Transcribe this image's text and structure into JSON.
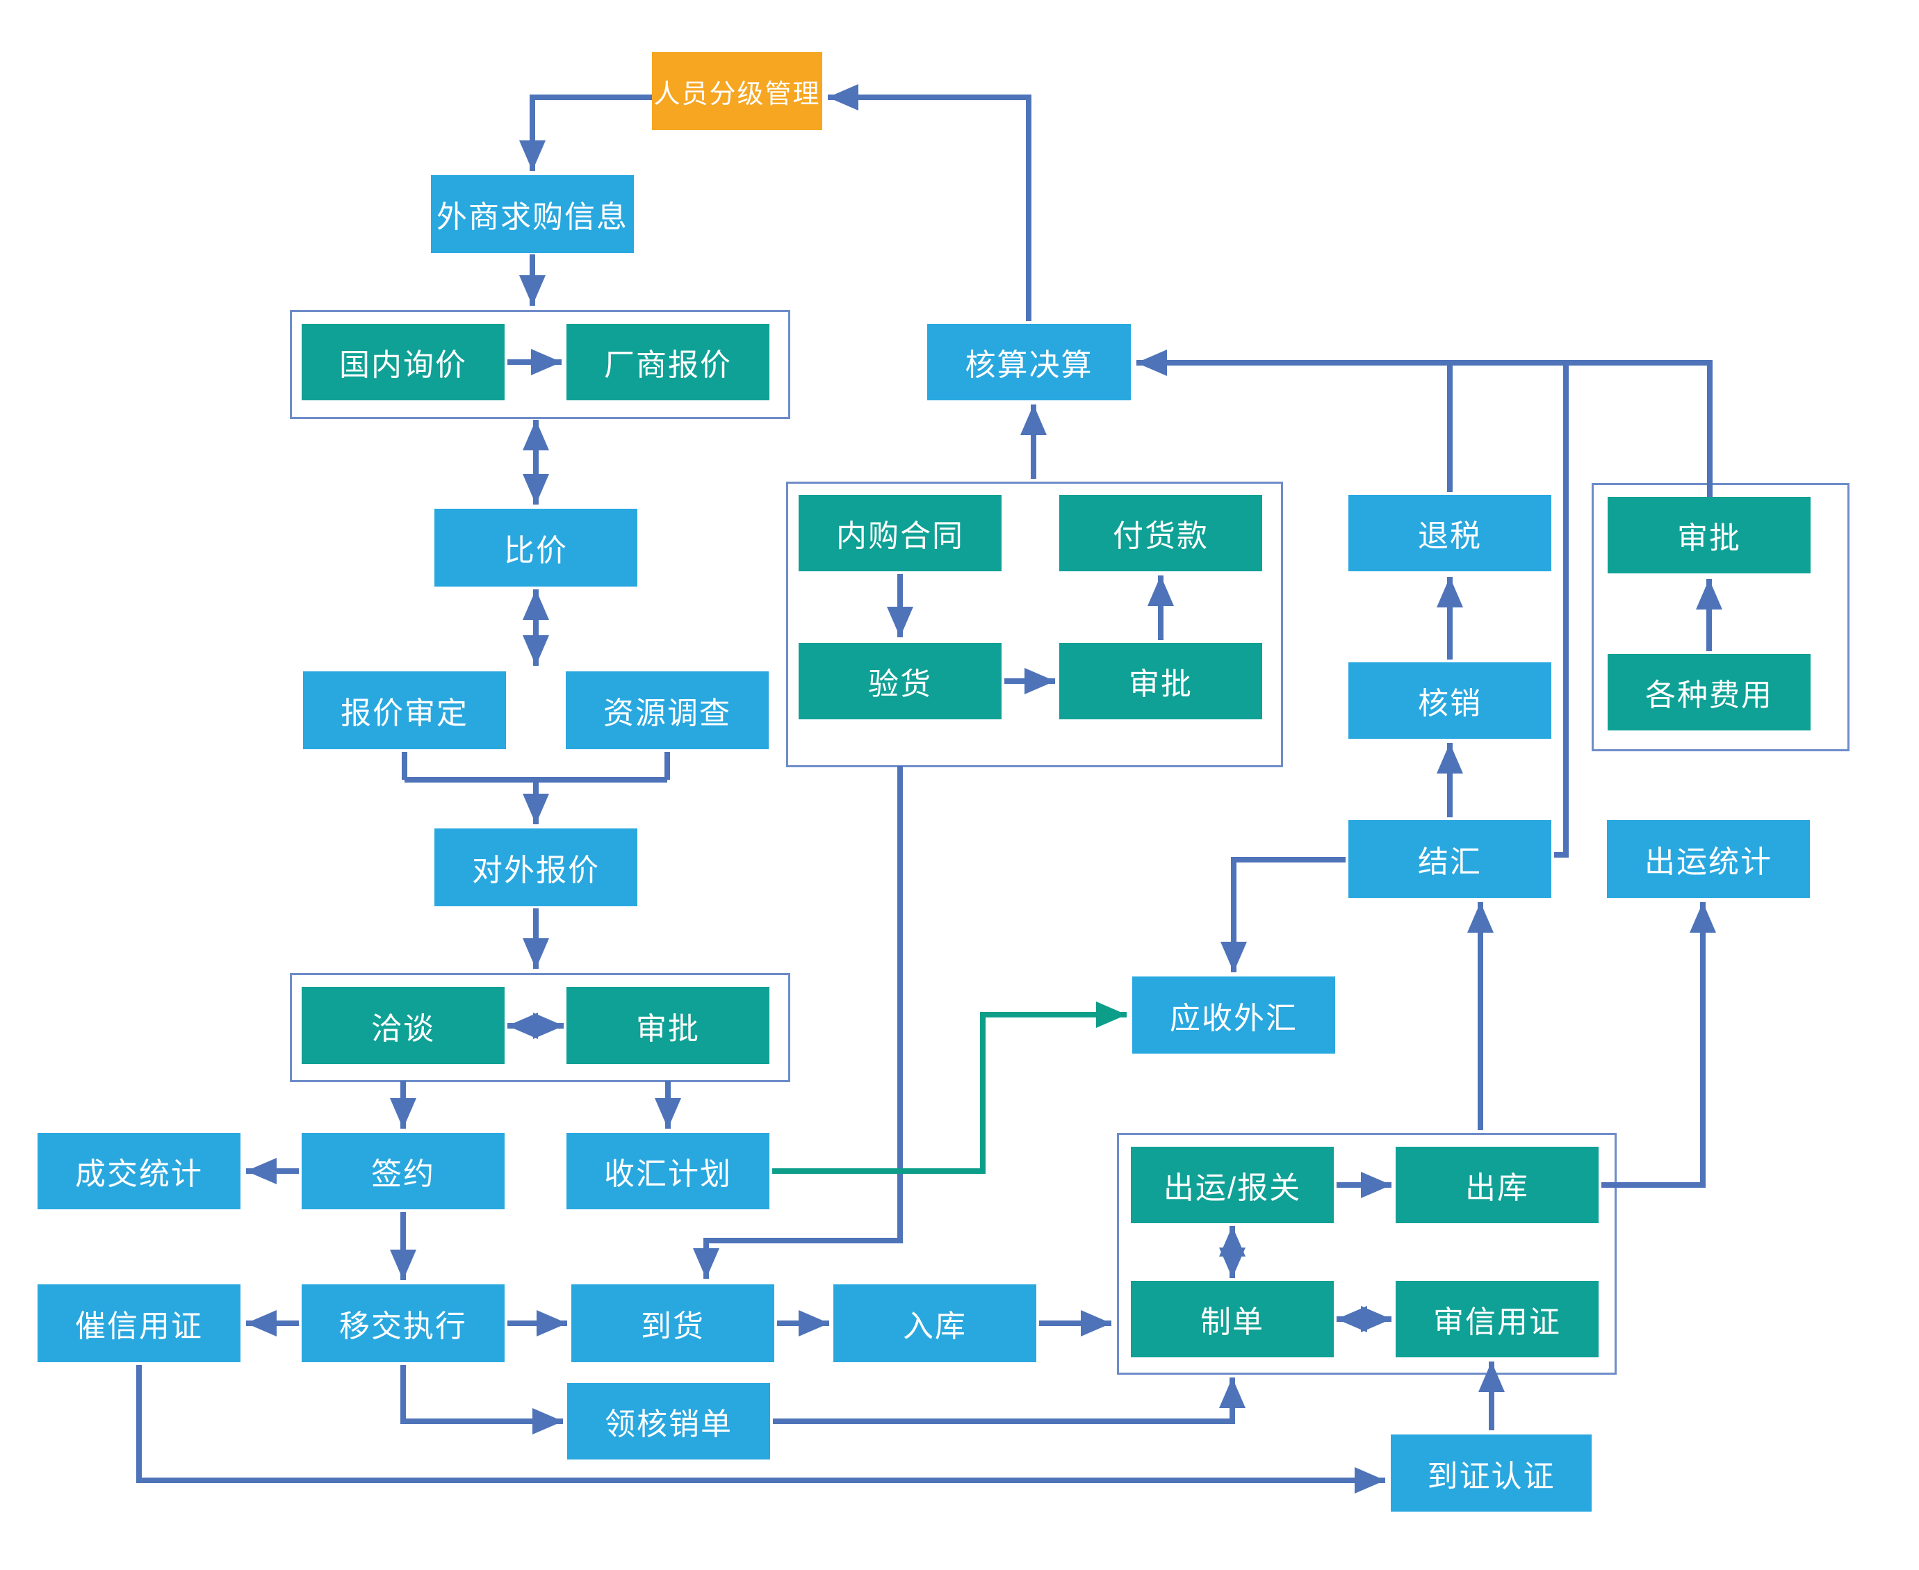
{
  "colors": {
    "node_blue": "#29a8e0",
    "node_teal": "#0fa195",
    "node_orange": "#f6a621",
    "connector": "#4e73b9",
    "connector_green": "#0d9e8a",
    "group_border": "#6e8cc9",
    "node_text": "#ffffff"
  },
  "nodes": {
    "renyuan_fenji": {
      "label": "人员分级管理"
    },
    "waishang_qiugou": {
      "label": "外商求购信息"
    },
    "guonei_xunjia": {
      "label": "国内询价"
    },
    "changshang_baojia": {
      "label": "厂商报价"
    },
    "bijia": {
      "label": "比价"
    },
    "baojia_shending": {
      "label": "报价审定"
    },
    "ziyuan_diaocha": {
      "label": "资源调查"
    },
    "duiwai_baojia": {
      "label": "对外报价"
    },
    "qiatan": {
      "label": "洽谈"
    },
    "shenpi_qiatan": {
      "label": "审批"
    },
    "chengjiao_tongji": {
      "label": "成交统计"
    },
    "qianyue": {
      "label": "签约"
    },
    "shouhui_jihua": {
      "label": "收汇计划"
    },
    "cui_xinyongzheng": {
      "label": "催信用证"
    },
    "yijiao_zhixing": {
      "label": "移交执行"
    },
    "daohuo": {
      "label": "到货"
    },
    "ruku": {
      "label": "入库"
    },
    "ling_hexiaodan": {
      "label": "领核销单"
    },
    "neigou_hetong": {
      "label": "内购合同"
    },
    "fu_huokuan": {
      "label": "付货款"
    },
    "yanhuo": {
      "label": "验货"
    },
    "shenpi_yanhuo": {
      "label": "审批"
    },
    "hesuan_juesuan": {
      "label": "核算决算"
    },
    "tuishui": {
      "label": "退税"
    },
    "hexiao": {
      "label": "核销"
    },
    "shenpi_feiyong": {
      "label": "审批"
    },
    "gezhong_feiyong": {
      "label": "各种费用"
    },
    "jiehui": {
      "label": "结汇"
    },
    "chuyun_tongji": {
      "label": "出运统计"
    },
    "yingshou_waihui": {
      "label": "应收外汇"
    },
    "chuyun_baoguan": {
      "label": "出运/报关"
    },
    "chuku": {
      "label": "出库"
    },
    "zhidan": {
      "label": "制单"
    },
    "shen_xinyongzheng": {
      "label": "审信用证"
    },
    "daozheng_renzheng": {
      "label": "到证认证"
    }
  }
}
